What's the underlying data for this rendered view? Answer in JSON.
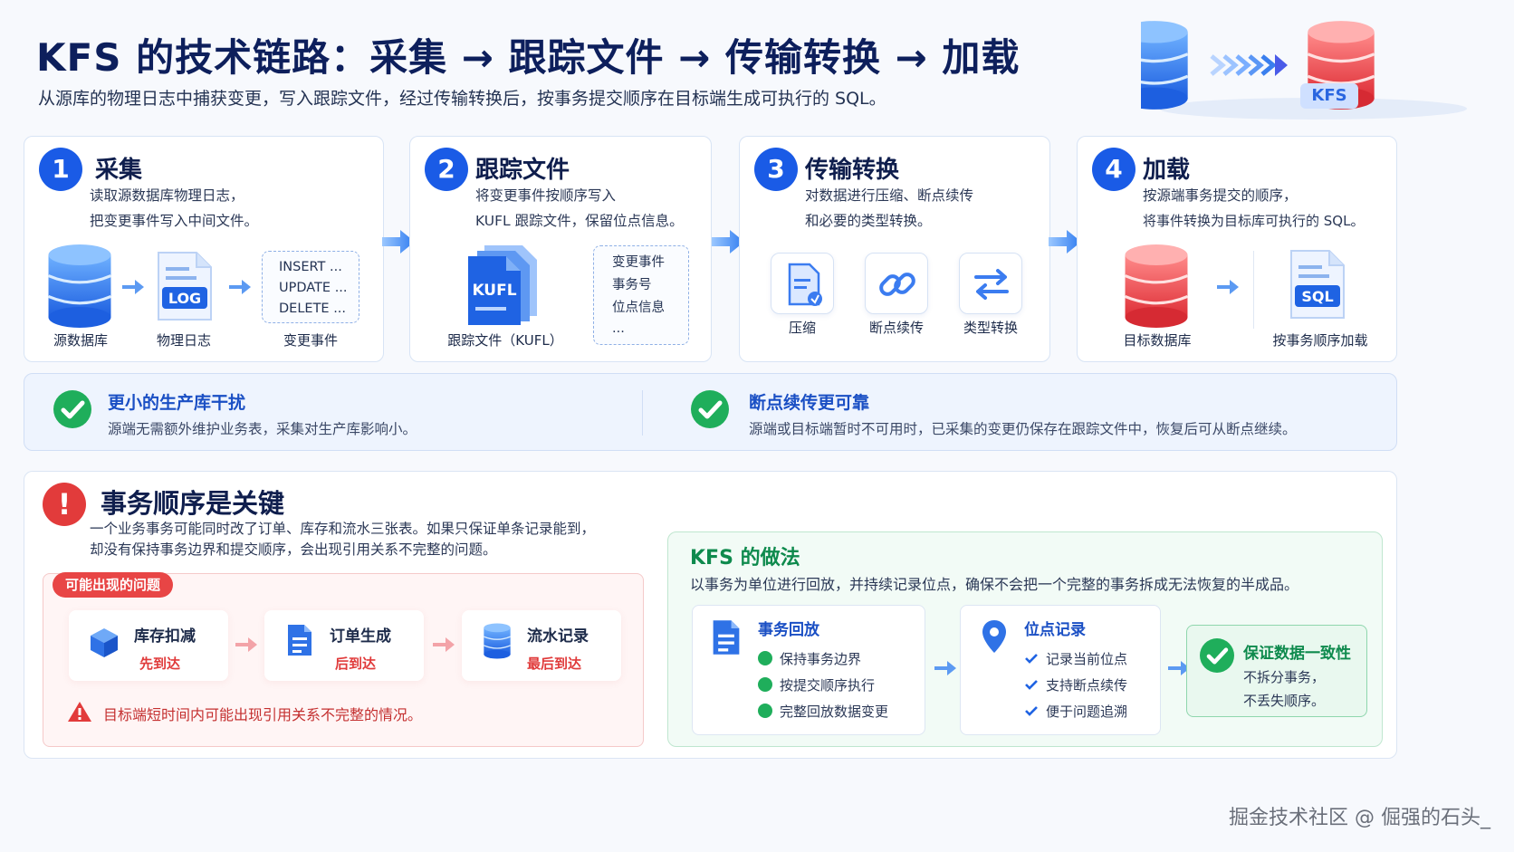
{
  "header": {
    "title": "KFS 的技术链路：采集 → 跟踪文件 → 传输转换 → 加载",
    "subtitle": "从源库的物理日志中捕获变更，写入跟踪文件，经过传输转换后，按事务提交顺序在目标端生成可执行的 SQL。",
    "hero_badge": "KFS"
  },
  "colors": {
    "primary": "#1a5be6",
    "success": "#1fae5b",
    "danger": "#e23b3b"
  },
  "steps": [
    {
      "number": "1",
      "title": "采集",
      "desc": [
        "读取源数据库物理日志，",
        "把变更事件写入中间文件。"
      ],
      "labels": [
        "源数据库",
        "物理日志",
        "变更事件"
      ],
      "log_badge": "LOG",
      "sql_lines": [
        "INSERT ...",
        "UPDATE ...",
        "DELETE ..."
      ]
    },
    {
      "number": "2",
      "title": "跟踪文件",
      "desc": [
        "将变更事件按顺序写入",
        "KUFL 跟踪文件，保留位点信息。"
      ],
      "file_badge": "KUFL",
      "file_label": "跟踪文件（KUFL）",
      "info_lines": [
        "变更事件",
        "事务号",
        "位点信息",
        "..."
      ]
    },
    {
      "number": "3",
      "title": "传输转换",
      "desc": [
        "对数据进行压缩、断点续传",
        "和必要的类型转换。"
      ],
      "tiles": [
        {
          "label": "压缩",
          "icon": "compress-file-icon"
        },
        {
          "label": "断点续传",
          "icon": "link-icon"
        },
        {
          "label": "类型转换",
          "icon": "swap-arrows-icon"
        }
      ]
    },
    {
      "number": "4",
      "title": "加载",
      "desc": [
        "按源端事务提交的顺序，",
        "将事件转换为目标库可执行的 SQL。"
      ],
      "labels": [
        "目标数据库",
        "按事务顺序加载"
      ],
      "sql_badge": "SQL"
    }
  ],
  "benefits": [
    {
      "title": "更小的生产库干扰",
      "desc": "源端无需额外维护业务表，采集对生产库影响小。"
    },
    {
      "title": "断点续传更可靠",
      "desc": "源端或目标端暂时不可用时，已采集的变更仍保存在跟踪文件中，恢复后可从断点继续。"
    }
  ],
  "importance": {
    "title": "事务顺序是关键",
    "desc": [
      "一个业务事务可能同时改了订单、库存和流水三张表。如果只保证单条记录能到，",
      "却没有保持事务边界和提交顺序，会出现引用关系不完整的问题。"
    ],
    "problem_tag": "可能出现的问题",
    "problems": [
      {
        "title": "库存扣减",
        "sub": "先到达",
        "icon": "cube-icon"
      },
      {
        "title": "订单生成",
        "sub": "后到达",
        "icon": "document-icon"
      },
      {
        "title": "流水记录",
        "sub": "最后到达",
        "icon": "database-icon"
      }
    ],
    "warning": "目标端短时间内可能出现引用关系不完整的情况。"
  },
  "kfs": {
    "title": "KFS 的做法",
    "desc": "以事务为单位进行回放，并持续记录位点，确保不会把一个完整的事务拆成无法恢复的半成品。",
    "replay": {
      "title": "事务回放",
      "items": [
        "保持事务边界",
        "按提交顺序执行",
        "完整回放数据变更"
      ]
    },
    "position": {
      "title": "位点记录",
      "items": [
        "记录当前位点",
        "支持断点续传",
        "便于问题追溯"
      ]
    },
    "guarantee": {
      "title": "保证数据一致性",
      "lines": [
        "不拆分事务，",
        "不丢失顺序。"
      ]
    }
  },
  "footer": "掘金技术社区 @ 倔强的石头_"
}
